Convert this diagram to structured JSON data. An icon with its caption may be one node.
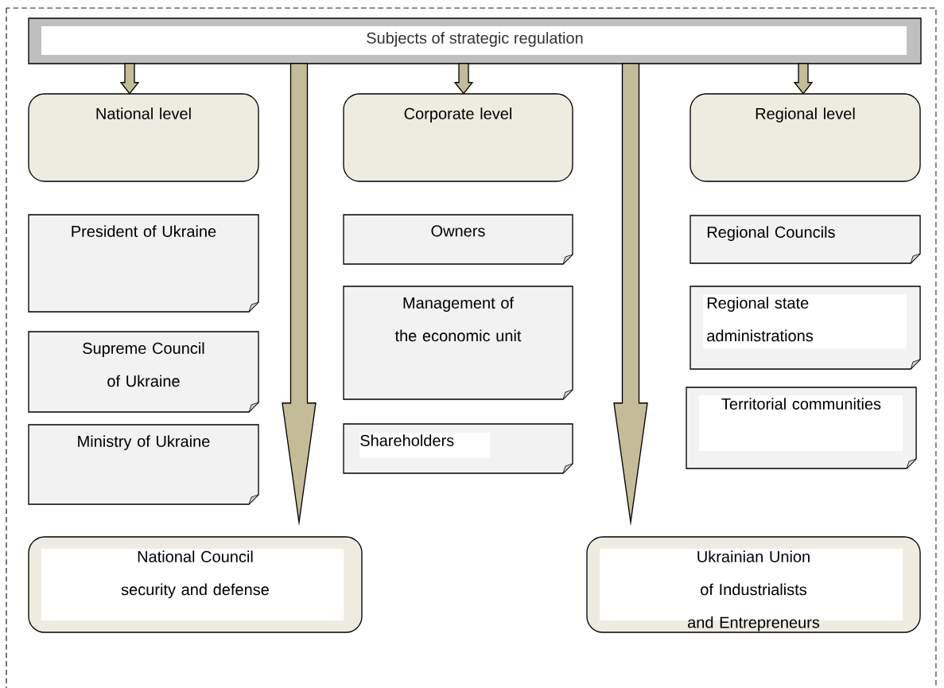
{
  "diagram": {
    "nodes": [
      {
        "text": [
          "Subjects of strategic regulation"
        ]
      },
      {
        "text": [
          "National level"
        ]
      },
      {
        "text": [
          "Corporate level"
        ]
      },
      {
        "text": [
          "Regional level"
        ]
      },
      {
        "text": [
          "President of Ukraine"
        ]
      },
      {
        "text": [
          "Supreme Council of Ukraine"
        ]
      },
      {
        "text": [
          "Ministry of Ukraine"
        ]
      },
      {
        "text": [
          "Owners"
        ]
      },
      {
        "text": [
          "Management of the economic unit"
        ]
      },
      {
        "text": [
          "Shareholders"
        ]
      },
      {
        "text": [
          "Regional Councils"
        ]
      },
      {
        "text": [
          "Regional state administrations"
        ]
      },
      {
        "text": [
          "Territorial communities"
        ]
      },
      {
        "text": [
          "National Council security and defense"
        ]
      },
      {
        "text": [
          "Ukrainian Union of Industrialists and Entrepreneurs"
        ]
      }
    ],
    "edges": [
      {
        "from": 0,
        "to": 1,
        "arrow": "to"
      },
      {
        "from": 0,
        "to": 13,
        "arrow": "to",
        "style": "thick"
      },
      {
        "from": 0,
        "to": 2,
        "arrow": "to"
      },
      {
        "from": 0,
        "to": 14,
        "arrow": "to",
        "style": "thick"
      },
      {
        "from": 0,
        "to": 3,
        "arrow": "to"
      }
    ]
  }
}
